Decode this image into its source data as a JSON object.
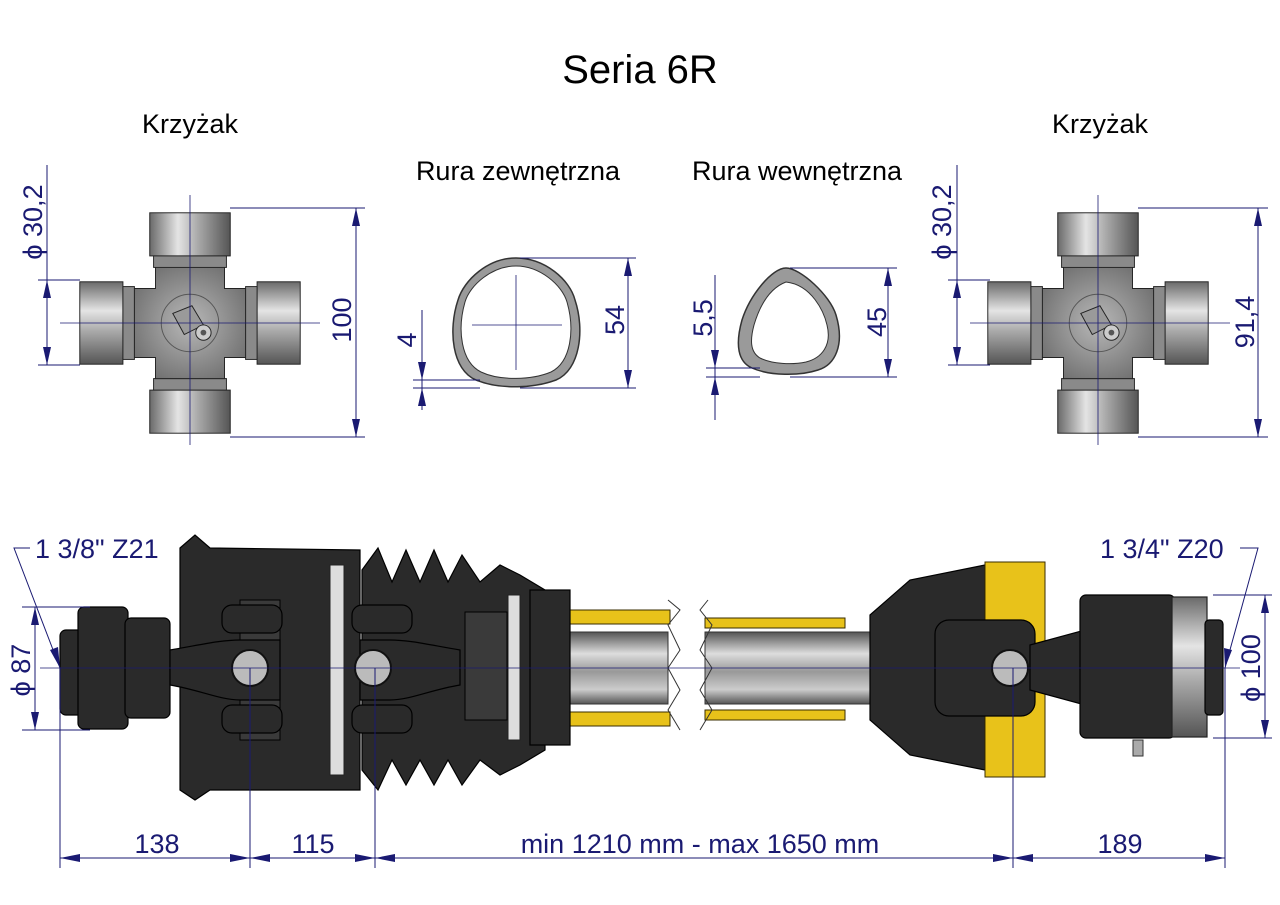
{
  "title": "Seria 6R",
  "cross_left": {
    "label": "Krzyżak",
    "diameter": "ϕ 30,2",
    "length": "100"
  },
  "tube_outer": {
    "label": "Rura zewnętrzna",
    "wall": "4",
    "size": "54"
  },
  "tube_inner": {
    "label": "Rura wewnętrzna",
    "wall": "5,5",
    "size": "45"
  },
  "cross_right": {
    "label": "Krzyżak",
    "diameter": "ϕ 30,2",
    "length": "91,4"
  },
  "shaft": {
    "left_spline": "1 3/8\" Z21",
    "left_diameter": "ϕ 87",
    "right_spline": "1 3/4\" Z20",
    "right_diameter": "ϕ 100",
    "dim_1": "138",
    "dim_2": "115",
    "dim_length": "min 1210 mm - max 1650 mm",
    "dim_3": "189"
  },
  "colors": {
    "dimension": "#1a1a72",
    "guard": "#e8c21a",
    "rubber": "#2a2a2a"
  }
}
